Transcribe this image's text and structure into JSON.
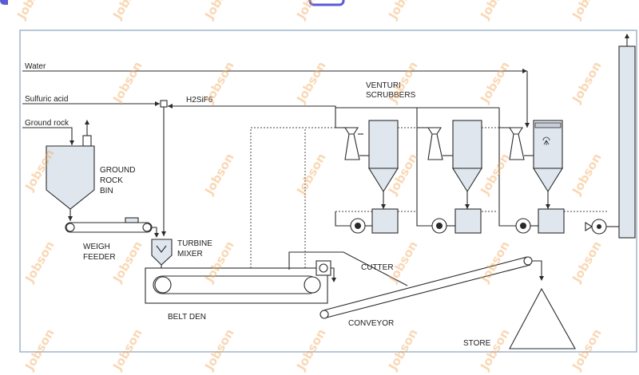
{
  "labels": {
    "water": "Water",
    "sulfuric_acid": "Sulfuric acid",
    "ground_rock": "Ground rock",
    "h2sif6": "H2SiF6",
    "venturi_1": "VENTURI",
    "venturi_2": "SCRUBBERS",
    "ground_rock_bin_1": "GROUND",
    "ground_rock_bin_2": "ROCK",
    "ground_rock_bin_3": "BIN",
    "weigh_feeder_1": "WEIGH",
    "weigh_feeder_2": "FEEDER",
    "turbine_mixer_1": "TURBINE",
    "turbine_mixer_2": "MIXER",
    "cutter": "CUTTER",
    "belt_den": "BELT DEN",
    "conveyor": "CONVEYOR",
    "store": "STORE"
  },
  "watermark": "Jobson",
  "colors": {
    "line": "#2a2a2a",
    "equipment_fill": "#dfe6ee",
    "frame": "#9fb4cc",
    "watermark": "#f2a95c",
    "accent": "#5b5bd6"
  }
}
